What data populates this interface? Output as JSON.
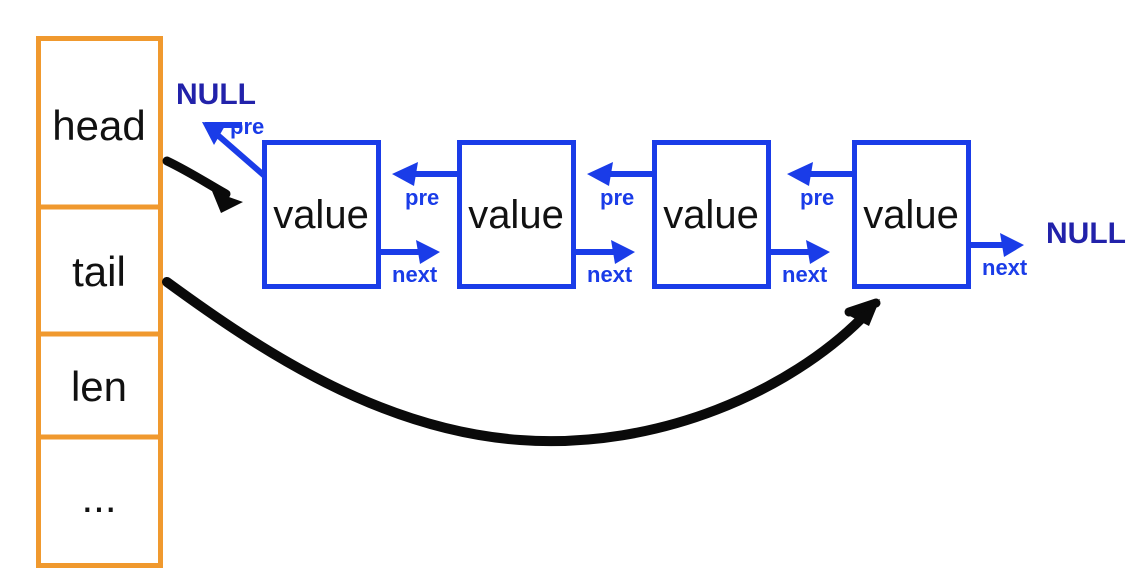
{
  "diagram": {
    "title": "Doubly linked list structure diagram",
    "colors": {
      "struct_border": "#f0992e",
      "node_border": "#1a3ce8",
      "pointer_label": "#1a3ce8",
      "null_label": "#2222aa",
      "text": "#111111",
      "manual_arrow": "#0a0a0a",
      "background": "#ffffff"
    },
    "struct_table": {
      "name": "list-struct",
      "rows": [
        {
          "label": "head"
        },
        {
          "label": "tail"
        },
        {
          "label": "len"
        },
        {
          "label": "..."
        }
      ]
    },
    "nodes": [
      {
        "value_label": "value",
        "pre_label": "pre",
        "next_label": "next"
      },
      {
        "value_label": "value",
        "pre_label": "pre",
        "next_label": "next"
      },
      {
        "value_label": "value",
        "pre_label": "pre",
        "next_label": "next"
      },
      {
        "value_label": "value",
        "pre_label": "pre",
        "next_label": "next"
      }
    ],
    "terminators": {
      "head_null": "NULL",
      "tail_null": "NULL"
    },
    "connections": [
      {
        "from": "head",
        "to": "node-1",
        "style": "hand-drawn-black-arrow"
      },
      {
        "from": "tail",
        "to": "node-4",
        "style": "hand-drawn-black-curve-arrow"
      }
    ]
  }
}
